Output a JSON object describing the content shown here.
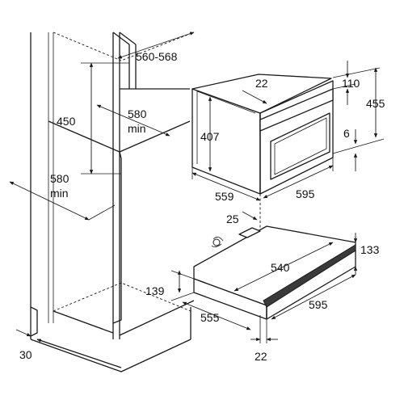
{
  "labels": {
    "d_560_568": "560-568",
    "d_450": "450",
    "d_580_top": "580",
    "d_min_top": "min",
    "d_580_side": "580",
    "d_min_side": "min",
    "d_22_top": "22",
    "d_110": "110",
    "d_455": "455",
    "d_407": "407",
    "d_6": "6",
    "d_559": "559",
    "d_595_oven": "595",
    "d_25": "25",
    "d_133": "133",
    "d_540": "540",
    "d_139": "139",
    "d_595_drawer": "595",
    "d_555": "555",
    "d_22_bottom": "22",
    "d_30": "30"
  }
}
